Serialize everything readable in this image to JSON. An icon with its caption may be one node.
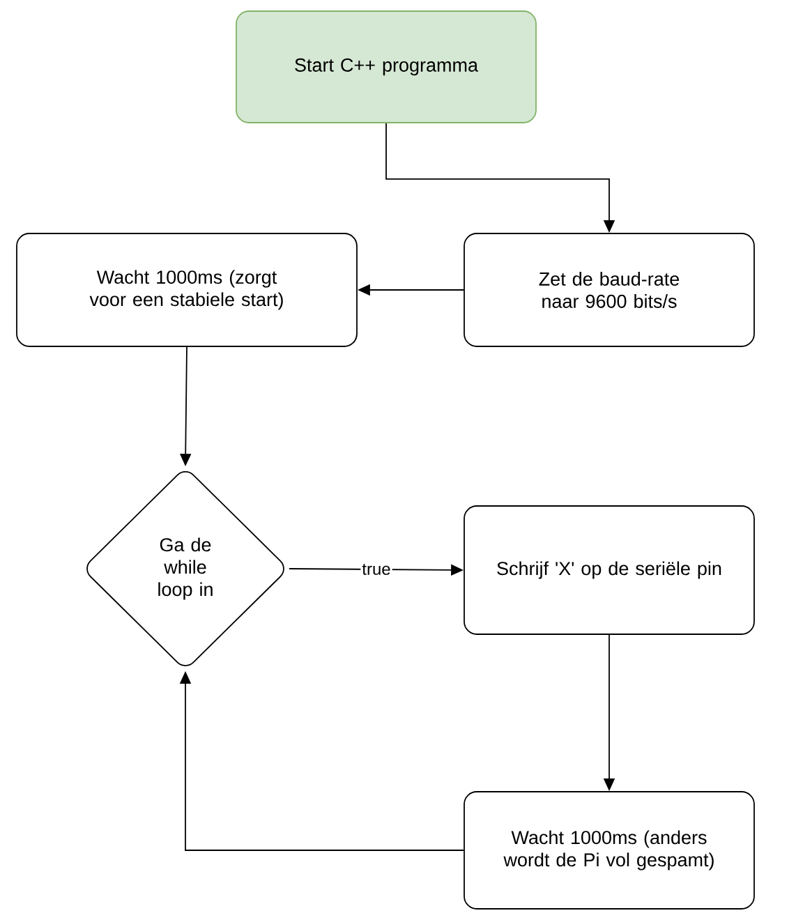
{
  "diagram": {
    "nodes": [
      {
        "text": [
          "Start C++ programma"
        ]
      },
      {
        "text": [
          "Zet de baud-rate naar 9600 bits/s"
        ]
      },
      {
        "text": [
          "Wacht 1000ms (zorgt voor een stabiele start)"
        ]
      },
      {
        "text": [
          "Ga de while loop in"
        ]
      },
      {
        "text": [
          "Schrijf 'X' op de seriële pin"
        ]
      },
      {
        "text": [
          "Wacht 1000ms (anders wordt de Pi vol gespamt)"
        ]
      }
    ],
    "edges": [
      {
        "from": 0,
        "to": 1,
        "arrow": "to"
      },
      {
        "from": 1,
        "to": 2,
        "arrow": "to"
      },
      {
        "from": 2,
        "to": 3,
        "arrow": "to"
      },
      {
        "from": 3,
        "to": 4,
        "arrow": "to",
        "label": "true"
      },
      {
        "from": 4,
        "to": 5,
        "arrow": "to"
      },
      {
        "from": 5,
        "to": 3,
        "arrow": "to"
      }
    ]
  }
}
